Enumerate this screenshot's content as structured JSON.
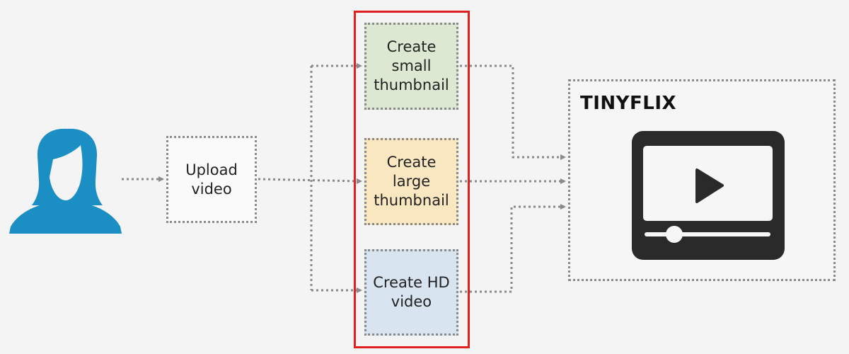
{
  "boxes": {
    "upload": "Upload\nvideo",
    "small": "Create\nsmall\nthumbnail",
    "large": "Create\nlarge\nthumbnail",
    "hd": "Create HD\nvideo"
  },
  "app": {
    "title": "TINYFLIX",
    "icon": "video-player-icon"
  },
  "user": {
    "icon": "user-avatar-icon"
  },
  "colors": {
    "user": "#1b8fc4",
    "small_box": "#dde8d2",
    "large_box": "#f8e7c0",
    "hd_box": "#d8e4f0",
    "highlight": "#e02020",
    "connector": "#8a8a8a",
    "player": "#2a2a2a"
  }
}
